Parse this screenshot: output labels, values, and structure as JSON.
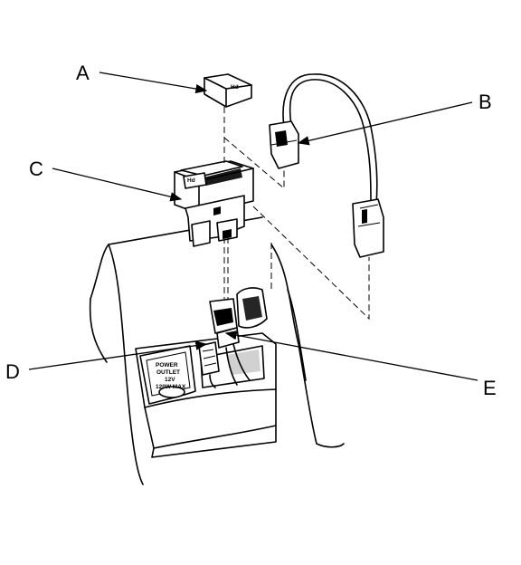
{
  "callouts": {
    "a": "A",
    "b": "B",
    "c": "C",
    "d": "D",
    "e": "E"
  },
  "parts": {
    "cap_label": "Hd",
    "switch_label": "Hd",
    "outlet_lines": [
      "POWER",
      "OUTLET",
      "12V",
      "120W MAX"
    ]
  },
  "colors": {
    "line": "#000000",
    "background": "#ffffff"
  }
}
